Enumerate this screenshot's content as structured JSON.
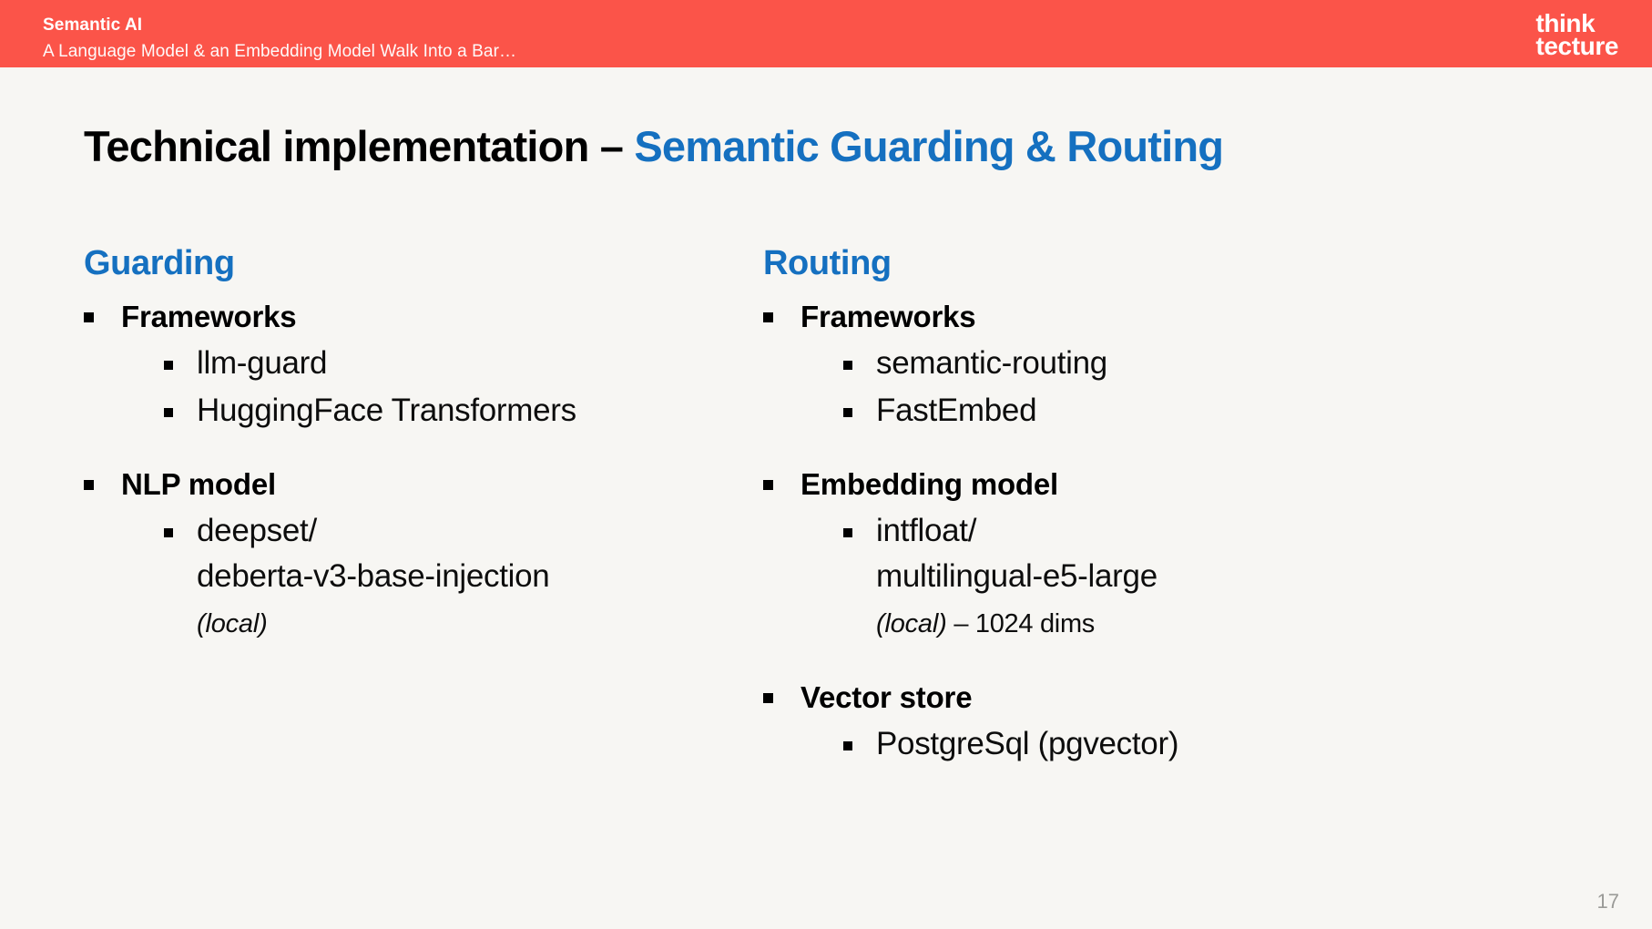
{
  "header": {
    "deck_title": "Semantic AI",
    "deck_subtitle": "A Language Model & an Embedding Model Walk Into a Bar…",
    "bar_color": "#fb5449",
    "logo_line1": "think",
    "logo_line2": "tecture"
  },
  "slide": {
    "title_main": "Technical implementation – ",
    "title_accent": "Semantic Guarding & Routing",
    "accent_color": "#1570c0",
    "background_color": "#f7f6f3",
    "page_number": "17"
  },
  "columns": {
    "left": {
      "heading": "Guarding",
      "groups": [
        {
          "label": "Frameworks",
          "items": [
            {
              "text": "llm-guard"
            },
            {
              "text": "HuggingFace Transformers"
            }
          ]
        },
        {
          "label": "NLP model",
          "items": [
            {
              "line1": "deepset/",
              "line2": "deberta-v3-base-injection",
              "note": "(local)",
              "note_suffix": ""
            }
          ]
        }
      ]
    },
    "right": {
      "heading": "Routing",
      "groups": [
        {
          "label": "Frameworks",
          "items": [
            {
              "text": "semantic-routing"
            },
            {
              "text": "FastEmbed"
            }
          ]
        },
        {
          "label": "Embedding model",
          "items": [
            {
              "line1": "intfloat/",
              "line2": "multilingual-e5-large",
              "note": "(local)",
              "note_suffix": " – 1024 dims"
            }
          ]
        },
        {
          "label": "Vector store",
          "items": [
            {
              "text": "PostgreSql (pgvector)"
            }
          ]
        }
      ]
    }
  }
}
